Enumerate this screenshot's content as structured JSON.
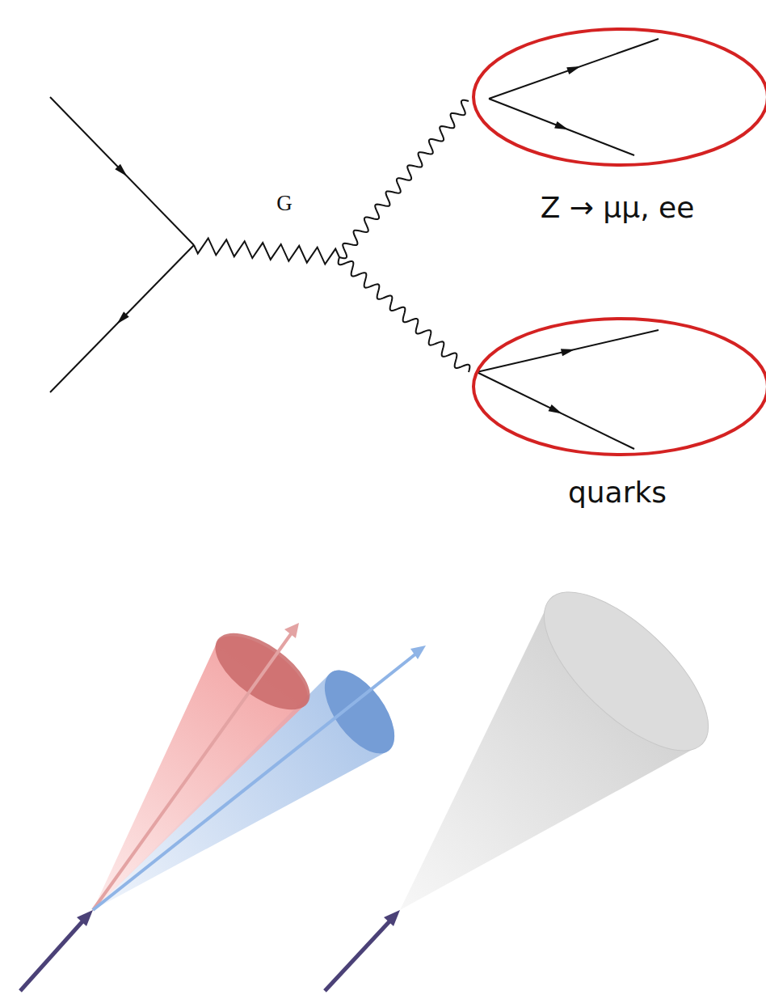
{
  "diagram": {
    "labels": [
      "G",
      "Z → μμ, ee",
      "quarks"
    ]
  }
}
